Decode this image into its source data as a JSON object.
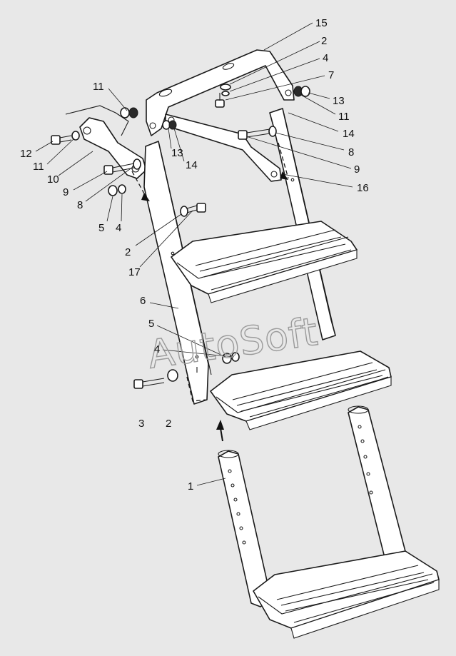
{
  "watermark": "AutoSoft",
  "callouts": {
    "c15": "15",
    "c2a": "2",
    "c4a": "4",
    "c7": "7",
    "c13a": "13",
    "c11a": "11",
    "c14a": "14",
    "c8a": "8",
    "c9a": "9",
    "c16": "16",
    "c11b": "11",
    "c13b": "13",
    "c14b": "14",
    "c12": "12",
    "c11c": "11",
    "c10": "10",
    "c9b": "9",
    "c8b": "8",
    "c5a": "5",
    "c4b": "4",
    "c2b": "2",
    "c17": "17",
    "c6": "6",
    "c5b": "5",
    "c4c": "4",
    "c3": "3",
    "c2c": "2",
    "c1": "1"
  }
}
